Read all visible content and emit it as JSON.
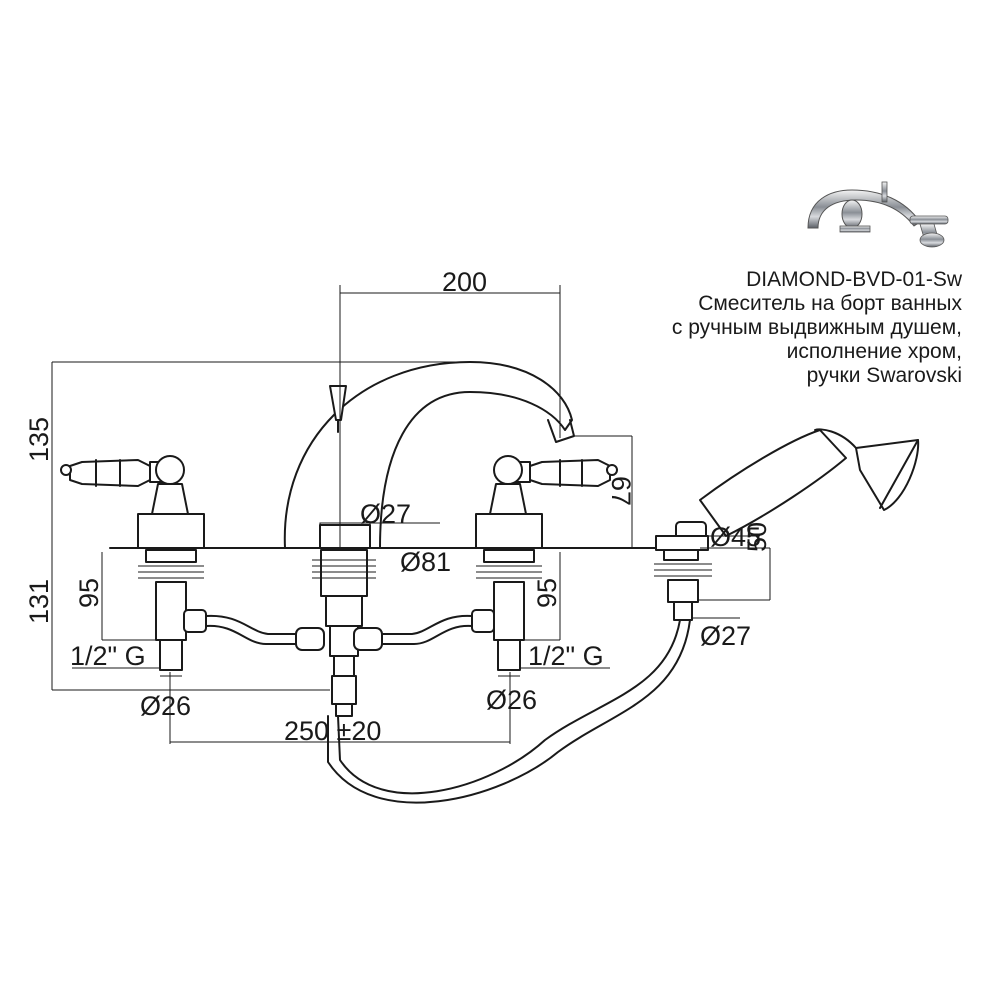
{
  "product": {
    "model": "DIAMOND-BVD-01-Sw",
    "description_lines": [
      "Смеситель на борт ванных",
      "с ручным выдвижным душем,",
      "исполнение хром,",
      "ручки Swarovski"
    ]
  },
  "dimensions": {
    "spout_reach": "200",
    "height_above_deck": "135",
    "height_below_deck": "131",
    "spout_drop": "67",
    "spout_diameter": "Ø27",
    "spout_base_diameter": "Ø81",
    "valve_shank_left": "95",
    "valve_shank_right": "95",
    "thread_left": "1/2\" G",
    "thread_right": "1/2\" G",
    "valve_diameter_left": "Ø26",
    "valve_diameter_right": "Ø26",
    "center_distance": "250 ±20",
    "shower_holder_diameter": "Ø45",
    "shower_holder_depth": "50",
    "hose_outlet_diameter": "Ø27"
  },
  "colors": {
    "line": "#1a1a1a",
    "background": "#ffffff"
  }
}
